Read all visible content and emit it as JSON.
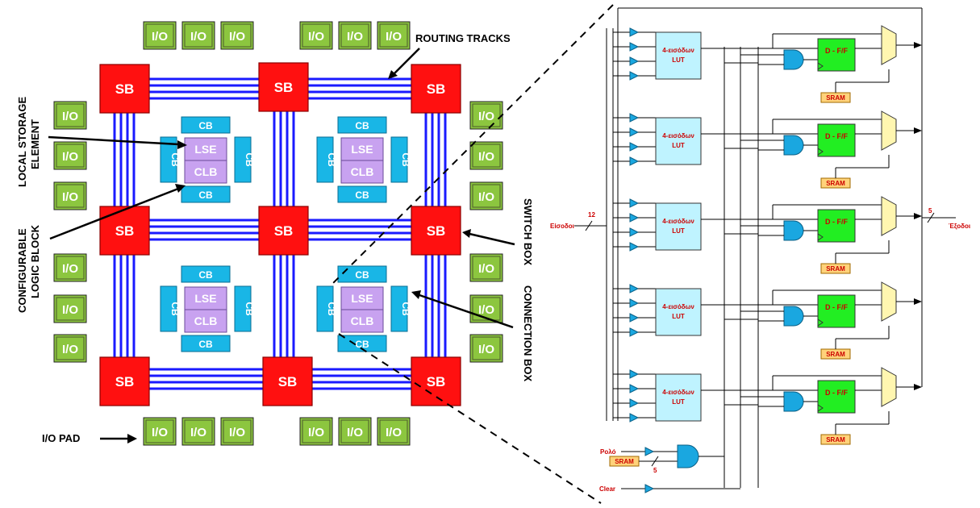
{
  "fpga": {
    "io_label": "I/O",
    "sb_label": "SB",
    "cb_label": "CB",
    "lse_label": "LSE",
    "clb_label": "CLB"
  },
  "annotations": {
    "routing_tracks": "ROUTING TRACKS",
    "local_storage_line1": "LOCAL STORAGE",
    "local_storage_line2": "ELEMENT",
    "configurable_line1": "CONFIGURABLE",
    "configurable_line2": "LOGIC BLOCK",
    "switch_box": "SWITCH BOX",
    "connection_box": "CONNECTION BOX",
    "io_pad": "I/O PAD"
  },
  "cell": {
    "lut_line1": "4-εισόδων",
    "lut_line2": "LUT",
    "ff_label": "D - F/F",
    "sram_label": "SRAM",
    "inputs_label": "Είσοδοι",
    "inputs_count": "12",
    "outputs_label": "Έξοδοι",
    "outputs_count": "5",
    "clock_label": "Ρολό",
    "clock_sram": "SRAM",
    "clock_bus": "5",
    "clear_label": "Clear"
  }
}
